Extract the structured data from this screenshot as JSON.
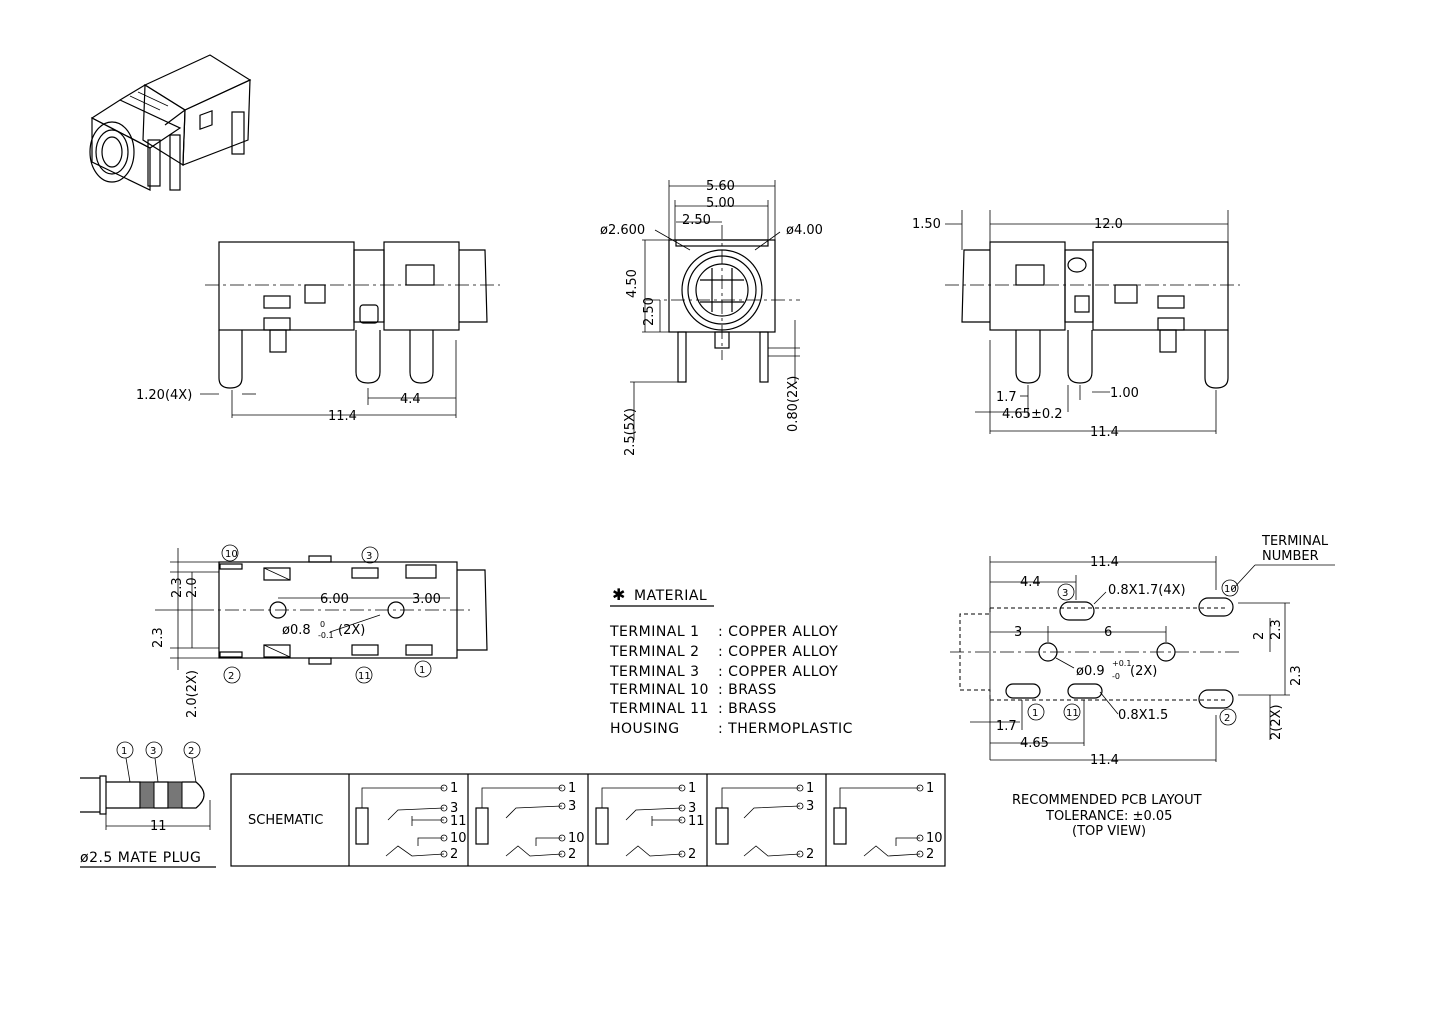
{
  "colors": {
    "line": "#000000",
    "background": "#ffffff"
  },
  "side_left": {
    "dim_pin_width": "1.20(4X)",
    "dim_overall": "11.4",
    "dim_pin_pitch": "4.4"
  },
  "front": {
    "dim_width_outer": "5.60",
    "dim_width_inner": "5.00",
    "dim_half": "2.50",
    "dim_hole_dia": "ø2.600",
    "dim_outer_dia": "ø4.00",
    "dim_height": "4.50",
    "dim_center_height": "2.50",
    "dim_pin_length": "2.5(5X)",
    "dim_pin_thickness": "0.80(2X)"
  },
  "side_right": {
    "dim_offset": "1.50",
    "dim_length": "12.0",
    "dim_a": "1.7",
    "dim_b": "1.00",
    "dim_c": "4.65±0.2",
    "dim_overall": "11.4"
  },
  "bottom": {
    "terminal_10": "10",
    "terminal_3": "3",
    "terminal_2": "2",
    "terminal_11": "11",
    "terminal_1": "1",
    "dim_23_top": "2.3",
    "dim_20_top": "2.0",
    "dim_23_left": "2.3",
    "dim_20_2x": "2.0(2X)",
    "dim_hole_spacing": "6.00",
    "dim_end": "3.00",
    "dim_hole_main": "ø0.8",
    "dim_hole_tol_top": "0",
    "dim_hole_tol_bottom": "-0.1",
    "dim_hole_qty": "(2X)"
  },
  "material": {
    "title": "MATERIAL",
    "rows": [
      {
        "label": "TERMINAL  1",
        "value": ": COPPER  ALLOY"
      },
      {
        "label": "TERMINAL  2",
        "value": ": COPPER  ALLOY"
      },
      {
        "label": "TERMINAL  3",
        "value": ": COPPER  ALLOY"
      },
      {
        "label": "TERMINAL  10",
        "value": ": BRASS"
      },
      {
        "label": "TERMINAL  11",
        "value": ": BRASS"
      },
      {
        "label": "HOUSING",
        "value": ": THERMOPLASTIC"
      }
    ]
  },
  "pcb": {
    "terminal_label_1": "TERMINAL",
    "terminal_label_2": "NUMBER",
    "dim_overall_top": "11.4",
    "dim_44": "4.4",
    "dim_slot_top": "0.8X1.7(4X)",
    "dim_3": "3",
    "dim_6": "6",
    "dim_2": "2",
    "dim_23_a": "2.3",
    "dim_hole_main": "ø0.9",
    "dim_hole_tol_top": "+0.1",
    "dim_hole_tol_bottom": "-0",
    "dim_hole_qty": "(2X)",
    "dim_23_b": "2.3",
    "dim_slot_bottom": "0.8X1.5",
    "dim_17": "1.7",
    "dim_465": "4.65",
    "dim_2_2x": "2(2X)",
    "dim_overall_bottom": "11.4",
    "t3": "3",
    "t10": "10",
    "t1": "1",
    "t11": "11",
    "t2": "2",
    "caption_1": "RECOMMENDED  PCB  LAYOUT",
    "caption_2": "TOLERANCE: ±0.05",
    "caption_3": "(TOP  VIEW)"
  },
  "plug": {
    "t1": "1",
    "t3": "3",
    "t2": "2",
    "dim_length": "11",
    "caption": "ø2.5  MATE  PLUG"
  },
  "schematic": {
    "label": "SCHEMATIC",
    "pins": [
      "1",
      "3",
      "11",
      "10",
      "2"
    ]
  }
}
